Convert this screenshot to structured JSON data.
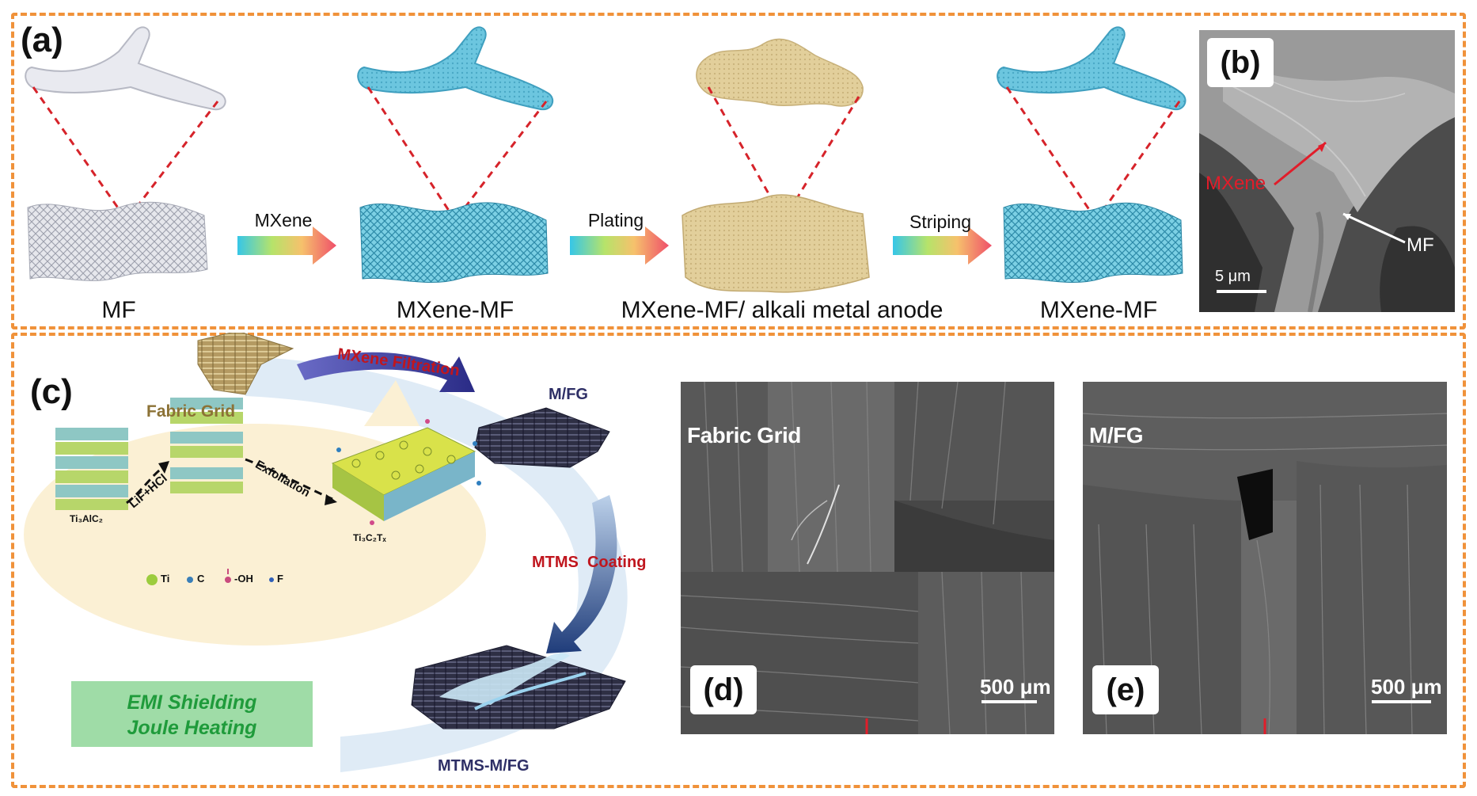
{
  "panel_a": {
    "letter": "(a)",
    "stages": [
      "MF",
      "MXene-MF",
      "MXene-MF/ alkali metal anode",
      "MXene-MF"
    ],
    "arrows": [
      "MXene",
      "Plating",
      "Striping"
    ]
  },
  "panel_b": {
    "letter": "(b)",
    "label_mxene": "MXene",
    "label_mf": "MF",
    "scale": "5 μm"
  },
  "panel_c": {
    "letter": "(c)",
    "fabric_grid": "Fabric Grid",
    "filtration": "MXene Filtration",
    "mfg": "M/FG",
    "mtms_coating": "MTMS  Coating",
    "mtms_mfg": "MTMS-M/FG",
    "lif_hcl": "LiF+HCl",
    "exfoliation": "Exfoliation",
    "ti3alc2": "Ti₃AlC₂",
    "ti3c2tx": "Ti₃C₂Tₓ",
    "legend": [
      "Ti",
      "C",
      "-OH",
      "F"
    ],
    "application_line1": "EMI Shielding",
    "application_line2": "Joule Heating"
  },
  "panel_d": {
    "letter": "(d)",
    "title": "Fabric Grid",
    "scale": "500 μm"
  },
  "panel_e": {
    "letter": "(e)",
    "title": "M/FG",
    "scale": "500 μm"
  },
  "colors": {
    "frame": "#f0923a",
    "dashed_red": "#d6232a",
    "mxene_blue": "#5bbad6",
    "mf_grey": "#c9cbd3",
    "anode_beige": "#e8d5a2",
    "fabric_gold": "#b49a62",
    "fabric_dark": "#2e2f44",
    "ellipse": "#fbf0d4",
    "app_box": "#9fdca7",
    "app_text": "#1f9b3b",
    "label_red": "#c0161e",
    "swoosh": "#d9e8f4"
  }
}
